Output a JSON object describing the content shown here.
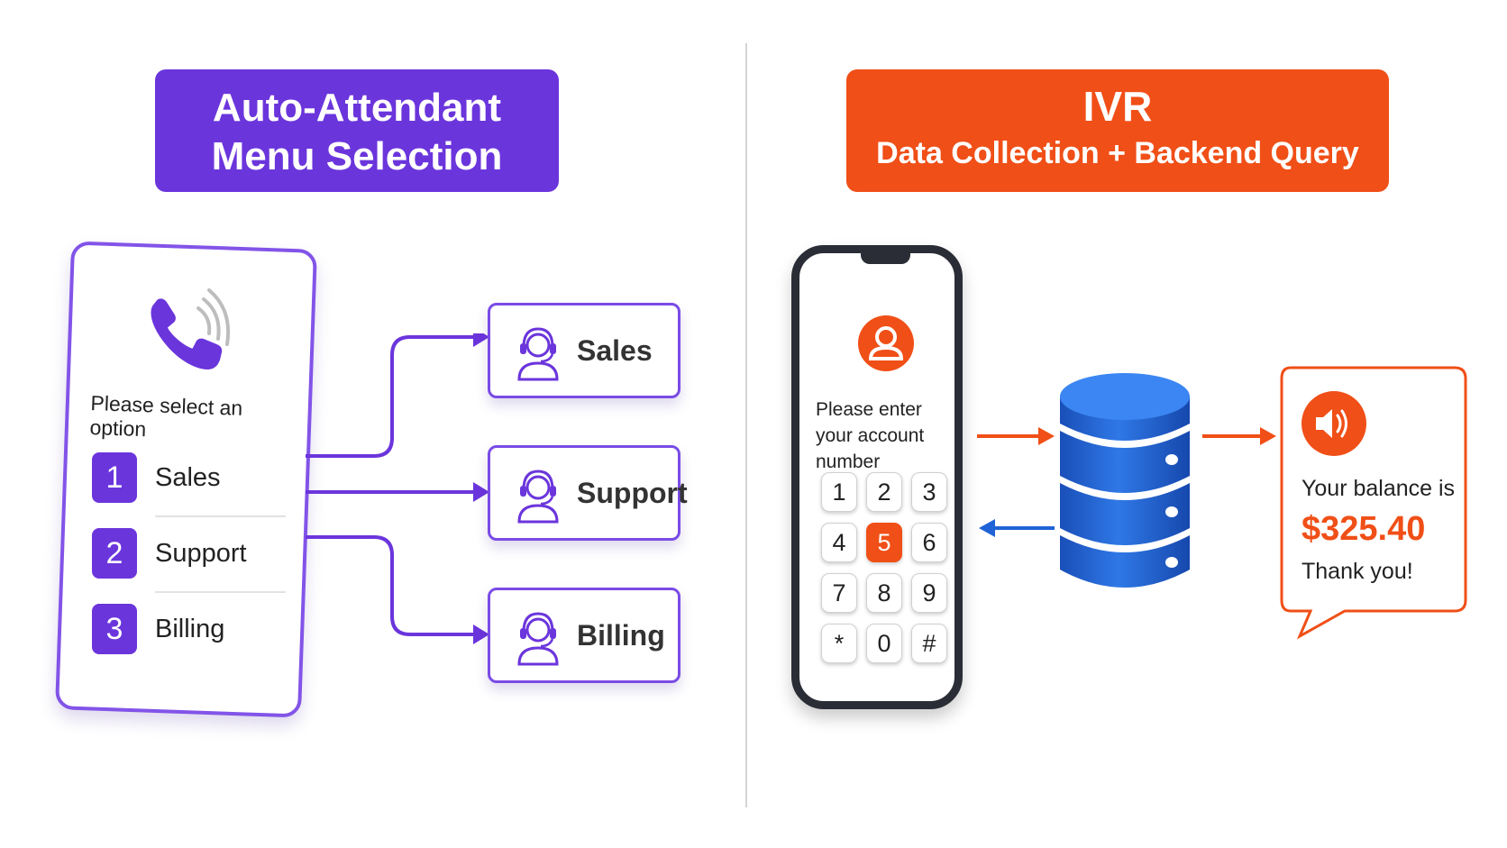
{
  "colors": {
    "purple": "#6b35dc",
    "orange": "#f04f17",
    "blue": "#1f63d6"
  },
  "left_panel": {
    "title_line1": "Auto-Attendant",
    "title_line2": "Menu Selection",
    "prompt": "Please select an option",
    "menu_items": [
      {
        "number": "1",
        "label": "Sales"
      },
      {
        "number": "2",
        "label": "Support"
      },
      {
        "number": "3",
        "label": "Billing"
      }
    ],
    "destinations": [
      {
        "label": "Sales",
        "icon": "headset-agent-icon"
      },
      {
        "label": "Support",
        "icon": "headset-agent-icon"
      },
      {
        "label": "Billing",
        "icon": "headset-agent-icon"
      }
    ],
    "phone_icon": "phone-ringing-icon"
  },
  "right_panel": {
    "title_line1": "IVR",
    "title_line2": "Data Collection + Backend Query",
    "prompt": "Please enter your account number",
    "keypad": [
      "1",
      "2",
      "3",
      "4",
      "5",
      "6",
      "7",
      "8",
      "9",
      "*",
      "0",
      "#"
    ],
    "active_key": "5",
    "user_icon": "user-avatar-icon",
    "database_icon": "database-icon",
    "speaker_icon": "speaker-icon",
    "response_line1": "Your balance is",
    "balance": "$325.40",
    "response_line3": "Thank you!"
  }
}
